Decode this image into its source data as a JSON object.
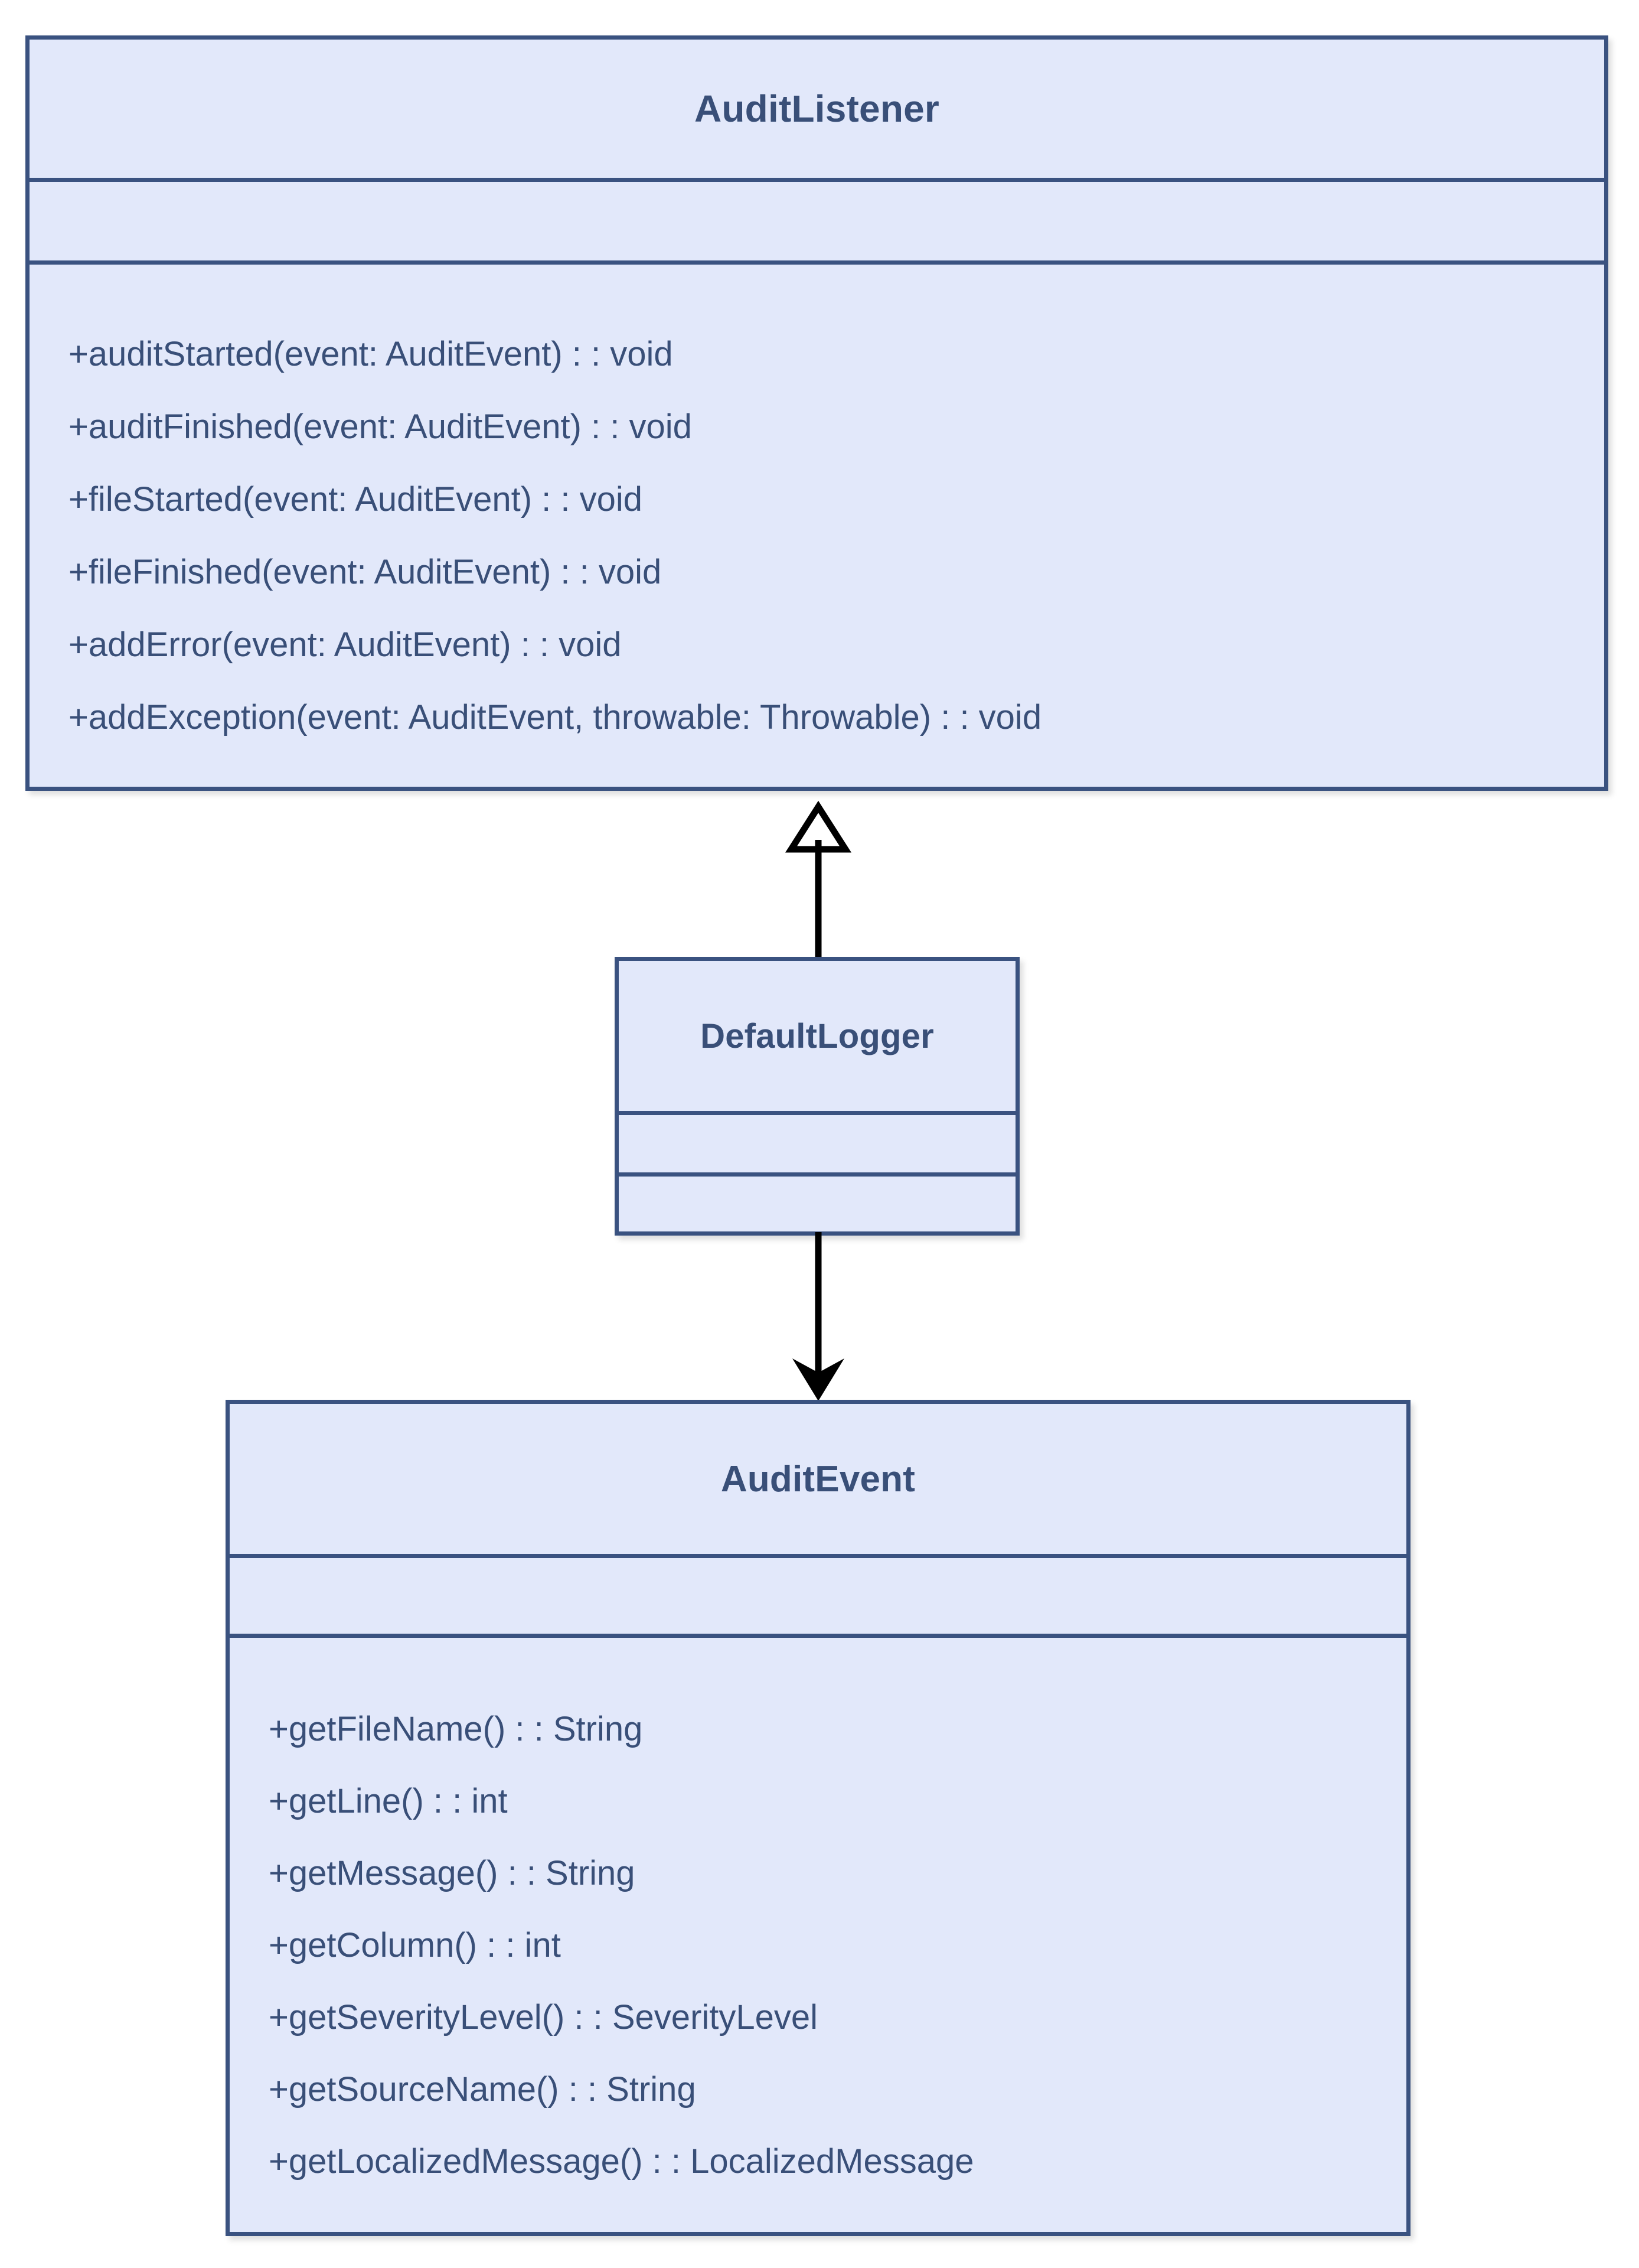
{
  "diagram": {
    "type": "uml-class-diagram",
    "colors": {
      "box_fill": "#e2e8fa",
      "box_border": "#3a5280",
      "text": "#394f78",
      "connector": "#000000",
      "background": "#ffffff"
    },
    "classes": [
      {
        "id": "audit-listener",
        "name": "AuditListener",
        "attributes": [],
        "operations": [
          "+auditStarted(event: AuditEvent) : : void",
          "+auditFinished(event: AuditEvent) : : void",
          "+fileStarted(event: AuditEvent) : : void",
          "+fileFinished(event: AuditEvent) : : void",
          "+addError(event: AuditEvent) : : void",
          "+addException(event: AuditEvent, throwable: Throwable) : : void"
        ]
      },
      {
        "id": "default-logger",
        "name": "DefaultLogger",
        "attributes": [],
        "operations": []
      },
      {
        "id": "audit-event",
        "name": "AuditEvent",
        "attributes": [],
        "operations": [
          "+getFileName() : : String",
          "+getLine() : : int",
          "+getMessage() : : String",
          "+getColumn() : : int",
          "+getSeverityLevel() : : SeverityLevel",
          "+getSourceName() : : String",
          "+getLocalizedMessage() : : LocalizedMessage"
        ]
      }
    ],
    "connectors": [
      {
        "id": "inheritance",
        "kind": "generalization",
        "arrowhead": "hollow-triangle",
        "from": "DefaultLogger",
        "to": "AuditListener"
      },
      {
        "id": "association",
        "kind": "association",
        "arrowhead": "solid-arrow",
        "from": "DefaultLogger",
        "to": "AuditEvent"
      }
    ]
  }
}
